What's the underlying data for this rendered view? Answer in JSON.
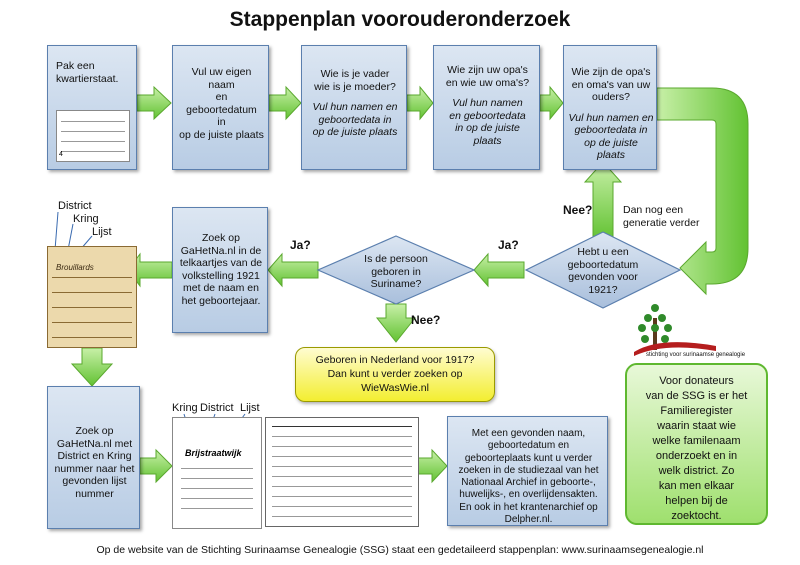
{
  "title": "Stappenplan voorouderonderzoek",
  "row1": {
    "step1": "Pak een kwartierstaat.",
    "step2": [
      "Vul uw eigen",
      "naam",
      "en",
      "geboortedatum",
      "in",
      "op de juiste plaats"
    ],
    "step3": {
      "question": [
        "Wie is je vader",
        "wie is je moeder?"
      ],
      "instruction": [
        "Vul hun namen en",
        "geboortedata in",
        "op de juiste plaats"
      ]
    },
    "step4": {
      "question": [
        "Wie zijn uw opa's",
        "en wie uw oma's?"
      ],
      "instruction": [
        "Vul hun namen",
        "en geboortedata",
        "in op de juiste",
        "plaats"
      ]
    },
    "step5": {
      "question": [
        "Wie zijn de opa's",
        "en oma's van uw",
        "ouders?"
      ],
      "instruction": [
        "Vul hun namen en",
        "geboortedata in",
        "op de juiste",
        "plaats"
      ]
    }
  },
  "kwartierstaat_footer": "4",
  "row2": {
    "card_labels": {
      "district": "District",
      "kring": "Kring",
      "lijst": "Lijst"
    },
    "card_handwriting": "Brouillards",
    "search_box": [
      "Zoek op",
      "GaHetNa.nl in de",
      "telkaartjes van de",
      "volkstelling 1921",
      "met de naam en",
      "het geboortejaar."
    ],
    "diamond_suriname": [
      "Is de persoon",
      "geboren in",
      "Suriname?"
    ],
    "diamond_birthdate": [
      "Hebt u een",
      "geboortedatum",
      "gevonden voor",
      "1921?"
    ],
    "ja_left": "Ja?",
    "ja_right": "Ja?",
    "nee_up": "Nee?",
    "nee_down": "Nee?",
    "next_generation": [
      "Dan nog een",
      "generatie verder"
    ]
  },
  "nederland_box": [
    "Geboren in Nederland voor 1917?",
    "Dan kunt u verder zoeken op",
    "WieWasWie.nl"
  ],
  "logo_caption": "stichting voor surinaamse genealogie",
  "donor_box": [
    "Voor donateurs",
    "van de SSG is er het",
    "Familieregister",
    "waarin staat wie",
    "welke familenaam",
    "onderzoekt en in",
    "welk district. Zo",
    "kan men elkaar",
    "helpen bij de",
    "zoektocht."
  ],
  "row3": {
    "search_box": [
      "Zoek op",
      "GaHetNa.nl met",
      "District en Kring",
      "nummer naar het",
      "gevonden lijst",
      "nummer"
    ],
    "doc_labels": {
      "kring": "Kring",
      "district": "District",
      "lijst": "Lijst"
    },
    "doc_heading": "Brijstraatwijk",
    "result_box": [
      "Met een  gevonden naam,",
      "geboortedatum en",
      "geboorteplaats kunt u verder",
      "zoeken in de studiezaal van het",
      "Nationaal Archief in geboorte-,",
      "huwelijks-, en overlijdensakten.",
      "En ook in het krantenarchief op",
      "Delpher.nl."
    ]
  },
  "footer": "Op de website van de Stichting Surinaamse Genealogie (SSG) staat een gedetaileerd stappenplan: www.surinaamsegenealogie.nl",
  "colors": {
    "box_fill_top": "#dce6f2",
    "box_border": "#5b7fae",
    "arrow_green": "#8ed85a",
    "diamond_blue": "#b8cce4",
    "note_yellow": "#f3ee30"
  }
}
